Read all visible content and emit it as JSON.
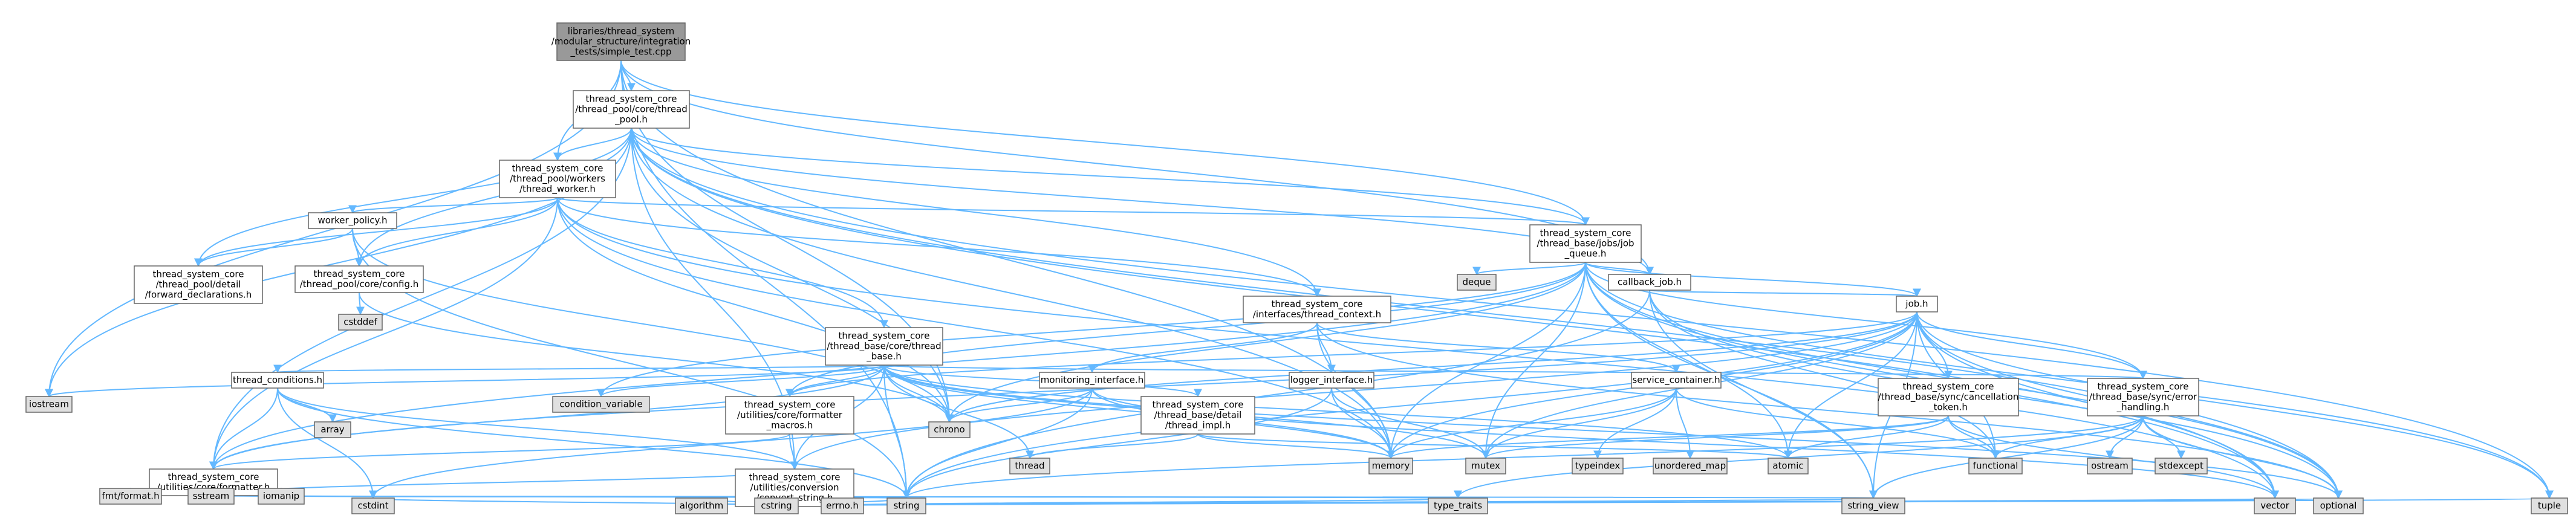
{
  "graph": {
    "title": "",
    "colors": {
      "root_fill": "#999999",
      "internal_fill": "#ffffff",
      "system_fill": "#e0e0e0",
      "border": "#666666",
      "edge": "#63b8ff",
      "text": "#000000"
    },
    "nodes": [
      {
        "id": "root",
        "kind": "root",
        "lines": [
          "libraries/thread_system",
          "/modular_structure/integration",
          "_tests/simple_test.cpp"
        ]
      },
      {
        "id": "thread_pool_h",
        "kind": "internal",
        "lines": [
          "thread_system_core",
          "/thread_pool/core/thread",
          "_pool.h"
        ]
      },
      {
        "id": "thread_worker_h",
        "kind": "internal",
        "lines": [
          "thread_system_core",
          "/thread_pool/workers",
          "/thread_worker.h"
        ]
      },
      {
        "id": "job_queue_h",
        "kind": "internal",
        "lines": [
          "thread_system_core",
          "/thread_base/jobs/job",
          "_queue.h"
        ]
      },
      {
        "id": "worker_policy_h",
        "kind": "internal",
        "lines": [
          "worker_policy.h"
        ]
      },
      {
        "id": "forward_decl_h",
        "kind": "internal",
        "lines": [
          "thread_system_core",
          "/thread_pool/detail",
          "/forward_declarations.h"
        ]
      },
      {
        "id": "config_h",
        "kind": "internal",
        "lines": [
          "thread_system_core",
          "/thread_pool/core/config.h"
        ]
      },
      {
        "id": "callback_job_h",
        "kind": "internal",
        "lines": [
          "callback_job.h"
        ]
      },
      {
        "id": "thread_base_h",
        "kind": "internal",
        "lines": [
          "thread_system_core",
          "/thread_base/core/thread",
          "_base.h"
        ]
      },
      {
        "id": "thread_context_h",
        "kind": "internal",
        "lines": [
          "thread_system_core",
          "/interfaces/thread_context.h"
        ]
      },
      {
        "id": "job_h",
        "kind": "internal",
        "lines": [
          "job.h"
        ]
      },
      {
        "id": "thread_conditions_h",
        "kind": "internal",
        "lines": [
          "thread_conditions.h"
        ]
      },
      {
        "id": "formatter_macros_h",
        "kind": "internal",
        "lines": [
          "thread_system_core",
          "/utilities/core/formatter",
          "_macros.h"
        ]
      },
      {
        "id": "thread_impl_h",
        "kind": "internal",
        "lines": [
          "thread_system_core",
          "/thread_base/detail",
          "/thread_impl.h"
        ]
      },
      {
        "id": "monitoring_interface_h",
        "kind": "internal",
        "lines": [
          "monitoring_interface.h"
        ]
      },
      {
        "id": "logger_interface_h",
        "kind": "internal",
        "lines": [
          "logger_interface.h"
        ]
      },
      {
        "id": "service_container_h",
        "kind": "internal",
        "lines": [
          "service_container.h"
        ]
      },
      {
        "id": "cancellation_token_h",
        "kind": "internal",
        "lines": [
          "thread_system_core",
          "/thread_base/sync/cancellation",
          "_token.h"
        ]
      },
      {
        "id": "error_handling_h",
        "kind": "internal",
        "lines": [
          "thread_system_core",
          "/thread_base/sync/error",
          "_handling.h"
        ]
      },
      {
        "id": "formatter_h",
        "kind": "internal",
        "lines": [
          "thread_system_core",
          "/utilities/core/formatter.h"
        ]
      },
      {
        "id": "convert_string_h",
        "kind": "internal",
        "lines": [
          "thread_system_core",
          "/utilities/conversion",
          "/convert_string.h"
        ]
      },
      {
        "id": "deque",
        "kind": "system",
        "lines": [
          "deque"
        ]
      },
      {
        "id": "cstddef",
        "kind": "system",
        "lines": [
          "cstddef"
        ]
      },
      {
        "id": "iostream",
        "kind": "system",
        "lines": [
          "iostream"
        ]
      },
      {
        "id": "condition_variable",
        "kind": "system",
        "lines": [
          "condition_variable"
        ]
      },
      {
        "id": "array",
        "kind": "system",
        "lines": [
          "array"
        ]
      },
      {
        "id": "chrono",
        "kind": "system",
        "lines": [
          "chrono"
        ]
      },
      {
        "id": "thread",
        "kind": "system",
        "lines": [
          "thread"
        ]
      },
      {
        "id": "memory",
        "kind": "system",
        "lines": [
          "memory"
        ]
      },
      {
        "id": "mutex",
        "kind": "system",
        "lines": [
          "mutex"
        ]
      },
      {
        "id": "typeindex",
        "kind": "system",
        "lines": [
          "typeindex"
        ]
      },
      {
        "id": "unordered_map",
        "kind": "system",
        "lines": [
          "unordered_map"
        ]
      },
      {
        "id": "atomic",
        "kind": "system",
        "lines": [
          "atomic"
        ]
      },
      {
        "id": "functional",
        "kind": "system",
        "lines": [
          "functional"
        ]
      },
      {
        "id": "ostream",
        "kind": "system",
        "lines": [
          "ostream"
        ]
      },
      {
        "id": "stdexcept",
        "kind": "system",
        "lines": [
          "stdexcept"
        ]
      },
      {
        "id": "fmt_format_h",
        "kind": "system",
        "lines": [
          "fmt/format.h"
        ]
      },
      {
        "id": "sstream",
        "kind": "system",
        "lines": [
          "sstream"
        ]
      },
      {
        "id": "iomanip",
        "kind": "system",
        "lines": [
          "iomanip"
        ]
      },
      {
        "id": "cstdint",
        "kind": "system",
        "lines": [
          "cstdint"
        ]
      },
      {
        "id": "algorithm",
        "kind": "system",
        "lines": [
          "algorithm"
        ]
      },
      {
        "id": "cstring",
        "kind": "system",
        "lines": [
          "cstring"
        ]
      },
      {
        "id": "errno_h",
        "kind": "system",
        "lines": [
          "errno.h"
        ]
      },
      {
        "id": "string",
        "kind": "system",
        "lines": [
          "string"
        ]
      },
      {
        "id": "type_traits",
        "kind": "system",
        "lines": [
          "type_traits"
        ]
      },
      {
        "id": "string_view",
        "kind": "system",
        "lines": [
          "string_view"
        ]
      },
      {
        "id": "vector",
        "kind": "system",
        "lines": [
          "vector"
        ]
      },
      {
        "id": "optional",
        "kind": "system",
        "lines": [
          "optional"
        ]
      },
      {
        "id": "tuple",
        "kind": "system",
        "lines": [
          "tuple"
        ]
      }
    ],
    "edges": [
      [
        "root",
        "thread_pool_h"
      ],
      [
        "root",
        "thread_worker_h"
      ],
      [
        "root",
        "job_queue_h"
      ],
      [
        "root",
        "callback_job_h"
      ],
      [
        "root",
        "iostream"
      ],
      [
        "root",
        "memory"
      ],
      [
        "root",
        "chrono"
      ],
      [
        "root",
        "string"
      ],
      [
        "thread_pool_h",
        "thread_worker_h"
      ],
      [
        "thread_pool_h",
        "job_queue_h"
      ],
      [
        "thread_pool_h",
        "forward_decl_h"
      ],
      [
        "thread_pool_h",
        "config_h"
      ],
      [
        "thread_pool_h",
        "thread_context_h"
      ],
      [
        "thread_pool_h",
        "formatter_h"
      ],
      [
        "thread_pool_h",
        "convert_string_h"
      ],
      [
        "thread_pool_h",
        "iostream"
      ],
      [
        "thread_pool_h",
        "memory"
      ],
      [
        "thread_pool_h",
        "vector"
      ],
      [
        "thread_pool_h",
        "optional"
      ],
      [
        "thread_pool_h",
        "tuple"
      ],
      [
        "thread_pool_h",
        "callback_job_h"
      ],
      [
        "thread_pool_h",
        "chrono"
      ],
      [
        "thread_worker_h",
        "worker_policy_h"
      ],
      [
        "thread_worker_h",
        "forward_decl_h"
      ],
      [
        "thread_worker_h",
        "config_h"
      ],
      [
        "thread_worker_h",
        "thread_base_h"
      ],
      [
        "thread_worker_h",
        "job_queue_h"
      ],
      [
        "thread_worker_h",
        "thread_context_h"
      ],
      [
        "thread_worker_h",
        "formatter_h"
      ],
      [
        "thread_worker_h",
        "memory"
      ],
      [
        "thread_worker_h",
        "vector"
      ],
      [
        "thread_worker_h",
        "chrono"
      ],
      [
        "worker_policy_h",
        "forward_decl_h"
      ],
      [
        "worker_policy_h",
        "config_h"
      ],
      [
        "worker_policy_h",
        "chrono"
      ],
      [
        "worker_policy_h",
        "string"
      ],
      [
        "config_h",
        "cstddef"
      ],
      [
        "config_h",
        "chrono"
      ],
      [
        "job_queue_h",
        "job_h"
      ],
      [
        "job_queue_h",
        "callback_job_h"
      ],
      [
        "job_queue_h",
        "error_handling_h"
      ],
      [
        "job_queue_h",
        "formatter_h"
      ],
      [
        "job_queue_h",
        "formatter_macros_h"
      ],
      [
        "job_queue_h",
        "deque"
      ],
      [
        "job_queue_h",
        "condition_variable"
      ],
      [
        "job_queue_h",
        "mutex"
      ],
      [
        "job_queue_h",
        "atomic"
      ],
      [
        "job_queue_h",
        "memory"
      ],
      [
        "job_queue_h",
        "optional"
      ],
      [
        "job_queue_h",
        "tuple"
      ],
      [
        "job_queue_h",
        "vector"
      ],
      [
        "job_queue_h",
        "string_view"
      ],
      [
        "job_queue_h",
        "chrono"
      ],
      [
        "callback_job_h",
        "job_h"
      ],
      [
        "callback_job_h",
        "functional"
      ],
      [
        "callback_job_h",
        "string"
      ],
      [
        "callback_job_h",
        "optional"
      ],
      [
        "callback_job_h",
        "string_view"
      ],
      [
        "thread_base_h",
        "thread_conditions_h"
      ],
      [
        "thread_base_h",
        "formatter_macros_h"
      ],
      [
        "thread_base_h",
        "thread_impl_h"
      ],
      [
        "thread_base_h",
        "convert_string_h"
      ],
      [
        "thread_base_h",
        "formatter_h"
      ],
      [
        "thread_base_h",
        "condition_variable"
      ],
      [
        "thread_base_h",
        "chrono"
      ],
      [
        "thread_base_h",
        "thread"
      ],
      [
        "thread_base_h",
        "memory"
      ],
      [
        "thread_base_h",
        "mutex"
      ],
      [
        "thread_base_h",
        "atomic"
      ],
      [
        "thread_base_h",
        "optional"
      ],
      [
        "thread_base_h",
        "iostream"
      ],
      [
        "thread_base_h",
        "string"
      ],
      [
        "thread_base_h",
        "error_handling_h"
      ],
      [
        "thread_context_h",
        "logger_interface_h"
      ],
      [
        "thread_context_h",
        "monitoring_interface_h"
      ],
      [
        "thread_context_h",
        "service_container_h"
      ],
      [
        "thread_context_h",
        "memory"
      ],
      [
        "thread_context_h",
        "optional"
      ],
      [
        "job_h",
        "cancellation_token_h"
      ],
      [
        "job_h",
        "error_handling_h"
      ],
      [
        "job_h",
        "formatter_macros_h"
      ],
      [
        "job_h",
        "formatter_h"
      ],
      [
        "job_h",
        "convert_string_h"
      ],
      [
        "job_h",
        "chrono"
      ],
      [
        "job_h",
        "memory"
      ],
      [
        "job_h",
        "atomic"
      ],
      [
        "job_h",
        "string"
      ],
      [
        "job_h",
        "vector"
      ],
      [
        "job_h",
        "tuple"
      ],
      [
        "job_h",
        "string_view"
      ],
      [
        "job_h",
        "functional"
      ],
      [
        "job_h",
        "optional"
      ],
      [
        "job_h",
        "mutex"
      ],
      [
        "thread_conditions_h",
        "formatter_h"
      ],
      [
        "thread_conditions_h",
        "convert_string_h"
      ],
      [
        "thread_conditions_h",
        "array"
      ],
      [
        "thread_conditions_h",
        "string"
      ],
      [
        "thread_conditions_h",
        "cstdint"
      ],
      [
        "formatter_macros_h",
        "formatter_h"
      ],
      [
        "formatter_macros_h",
        "convert_string_h"
      ],
      [
        "thread_impl_h",
        "thread"
      ],
      [
        "thread_impl_h",
        "memory"
      ],
      [
        "thread_impl_h",
        "atomic"
      ],
      [
        "monitoring_interface_h",
        "chrono"
      ],
      [
        "monitoring_interface_h",
        "memory"
      ],
      [
        "monitoring_interface_h",
        "string"
      ],
      [
        "monitoring_interface_h",
        "vector"
      ],
      [
        "monitoring_interface_h",
        "cstdint"
      ],
      [
        "logger_interface_h",
        "memory"
      ],
      [
        "logger_interface_h",
        "string"
      ],
      [
        "logger_interface_h",
        "mutex"
      ],
      [
        "service_container_h",
        "memory"
      ],
      [
        "service_container_h",
        "mutex"
      ],
      [
        "service_container_h",
        "typeindex"
      ],
      [
        "service_container_h",
        "unordered_map"
      ],
      [
        "service_container_h",
        "functional"
      ],
      [
        "service_container_h",
        "any_placeholder_skip"
      ],
      [
        "cancellation_token_h",
        "atomic"
      ],
      [
        "cancellation_token_h",
        "functional"
      ],
      [
        "cancellation_token_h",
        "memory"
      ],
      [
        "cancellation_token_h",
        "mutex"
      ],
      [
        "cancellation_token_h",
        "vector"
      ],
      [
        "error_handling_h",
        "ostream"
      ],
      [
        "error_handling_h",
        "stdexcept"
      ],
      [
        "error_handling_h",
        "optional"
      ],
      [
        "error_handling_h",
        "string"
      ],
      [
        "error_handling_h",
        "string_view"
      ],
      [
        "error_handling_h",
        "functional"
      ],
      [
        "error_handling_h",
        "type_traits"
      ],
      [
        "formatter_h",
        "fmt_format_h"
      ],
      [
        "formatter_h",
        "sstream"
      ],
      [
        "formatter_h",
        "iomanip"
      ],
      [
        "formatter_h",
        "string"
      ],
      [
        "formatter_h",
        "string_view"
      ],
      [
        "formatter_h",
        "type_traits"
      ],
      [
        "formatter_h",
        "convert_string_h"
      ],
      [
        "convert_string_h",
        "algorithm"
      ],
      [
        "convert_string_h",
        "cstring"
      ],
      [
        "convert_string_h",
        "errno_h"
      ],
      [
        "convert_string_h",
        "string"
      ],
      [
        "convert_string_h",
        "string_view"
      ],
      [
        "convert_string_h",
        "tuple"
      ],
      [
        "convert_string_h",
        "vector"
      ],
      [
        "convert_string_h",
        "optional"
      ],
      [
        "convert_string_h",
        "type_traits"
      ],
      [
        "convert_string_h",
        "cstdint"
      ]
    ]
  }
}
